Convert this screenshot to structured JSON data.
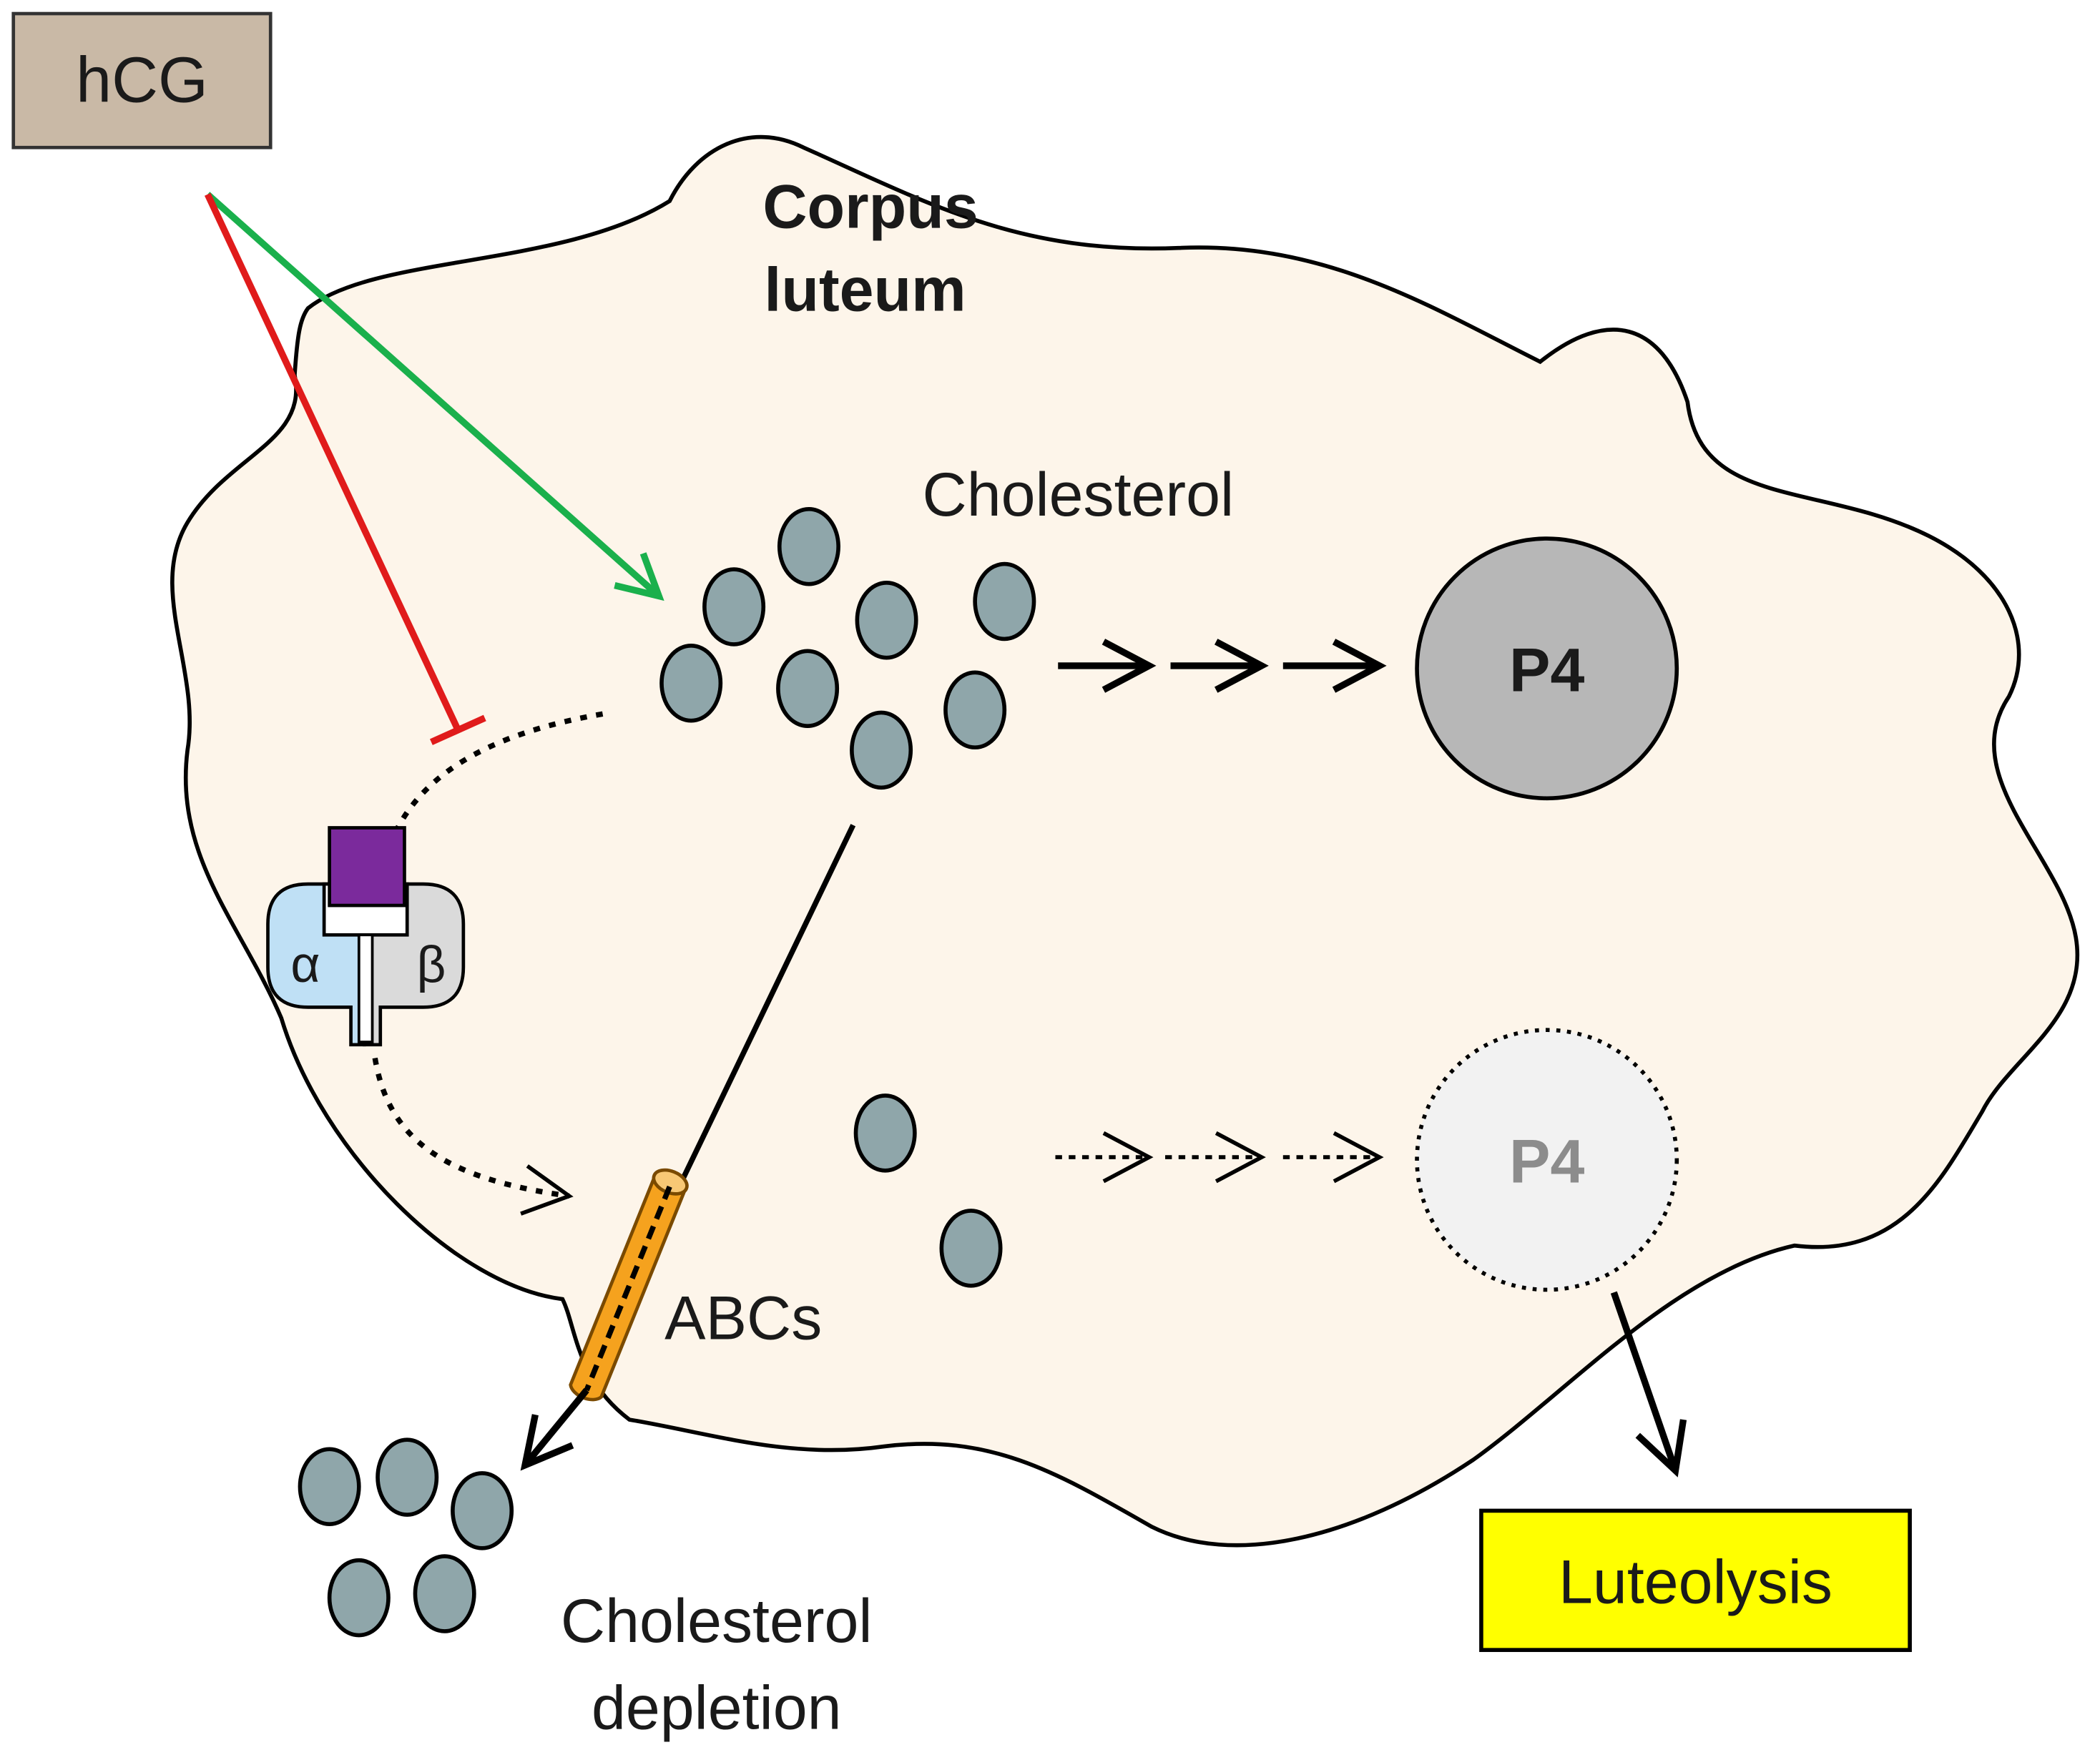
{
  "labels": {
    "hcg": "hCG",
    "corpus_line1": "Corpus",
    "corpus_line2": "luteum",
    "cholesterol": "Cholesterol",
    "p4_active": "P4",
    "p4_reduced": "P4",
    "alpha": "α",
    "beta": "β",
    "abcs": "ABCs",
    "depletion_line1": "Cholesterol",
    "depletion_line2": "depletion",
    "luteolysis": "Luteolysis"
  },
  "colors": {
    "cell_fill": "#fdf5ea",
    "hcg_box": "#c9b9a6",
    "cholesterol_dot": "#8fa6aa",
    "p4_active": "#b7b7b7",
    "p4_reduced": "#f2f2f2",
    "stimulate_arrow": "#1ab04c",
    "inhibit_arrow": "#e01b1b",
    "receptor_alpha": "#bfe0f5",
    "receptor_beta": "#dadada",
    "ligand": "#7b2a9c",
    "abc_transporter": "#f5a21e",
    "luteolysis_box": "#ffff00"
  },
  "icons": [
    "hcg-receptor-icon",
    "abc-transporter-icon",
    "cholesterol-icon"
  ]
}
